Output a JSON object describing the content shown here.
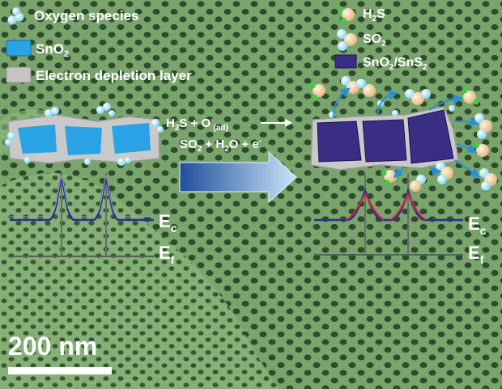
{
  "legend_left": [
    {
      "icon": "oxygen-species-icon",
      "text": "Oxygen species"
    },
    {
      "icon": "sno2-swatch",
      "text": "SnO",
      "sub": "2"
    },
    {
      "icon": "depletion-layer-swatch",
      "text": "Electron depletion layer"
    }
  ],
  "legend_right": {
    "h2s": {
      "text": "H",
      "sub": "2",
      "tail": "S"
    },
    "so2": {
      "text": "SO",
      "sub": "2"
    },
    "composite": {
      "a": "SnO",
      "a_sub": "2",
      "b": "/SnS",
      "b_sub": "2"
    }
  },
  "reaction": {
    "line1": {
      "a": "H",
      "a_sub": "2",
      "b": "S + O",
      "b_sup": "-",
      "b_sub": "(ad)"
    },
    "line2": {
      "a": "SO",
      "a_sub": "2",
      "b": " + H",
      "b_sub": "2",
      "c": "O + e",
      "c_sup": "-"
    }
  },
  "bands": {
    "left": {
      "ec_main": "E",
      "ec_sub": "c",
      "ef_main": "E",
      "ef_sub": "f"
    },
    "right": {
      "ec_main": "E",
      "ec_sub": "c",
      "ef_main": "E",
      "ef_sub": "f"
    }
  },
  "scale_bar": {
    "label": "200  nm"
  },
  "colors": {
    "background": "#6f9a63",
    "pores": "#2f4a2c",
    "sno2": "#2aa3e6",
    "composite": "#3a2d86",
    "depletion": "#bdbdbd",
    "oxygen": "#9be1f2",
    "sulfur": "#f2c89a",
    "hydrogen": "#3ecf3e",
    "band": "#2b2f8a",
    "band_red": "#e0203a"
  }
}
